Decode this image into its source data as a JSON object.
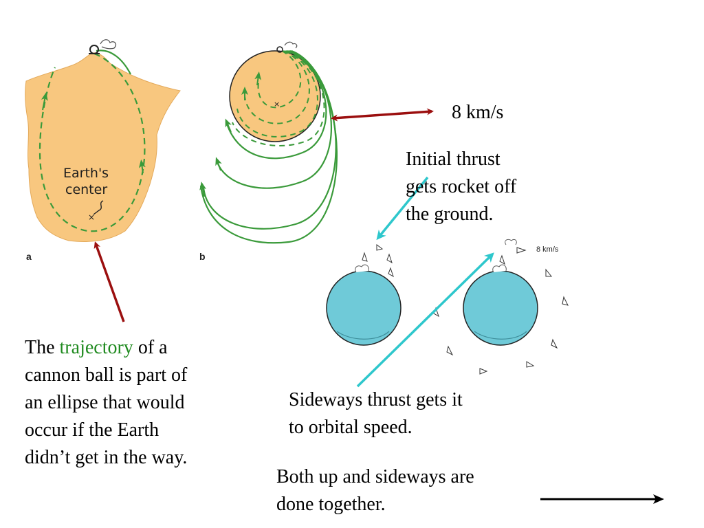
{
  "panel_a": {
    "letter": "a",
    "center_label_line1": "Earth's",
    "center_label_line2": "center"
  },
  "panel_b": {
    "letter": "b"
  },
  "labels": {
    "speed": "8 km/s",
    "small_speed": "8 km/s",
    "initial_thrust": [
      "Initial thrust",
      "gets rocket off",
      "the ground."
    ],
    "sideways_thrust": [
      "Sideways thrust gets it",
      "to orbital speed."
    ],
    "both": [
      "Both up and sideways are",
      "done together."
    ]
  },
  "trajectory_text": {
    "pre": "The ",
    "highlight": "trajectory",
    "post": " of a",
    "lines": [
      "cannon ball is part of",
      "an ellipse that would",
      "occur if the Earth",
      "didn’t get in the way."
    ]
  },
  "colors": {
    "land": "#f8c77f",
    "orbit_green": "#3a9a3a",
    "arrow_red": "#9b0f0f",
    "arrow_cyan": "#2ec7cc",
    "planet_blue": "#6fcad8",
    "highlight_green": "#1f8a1f"
  }
}
